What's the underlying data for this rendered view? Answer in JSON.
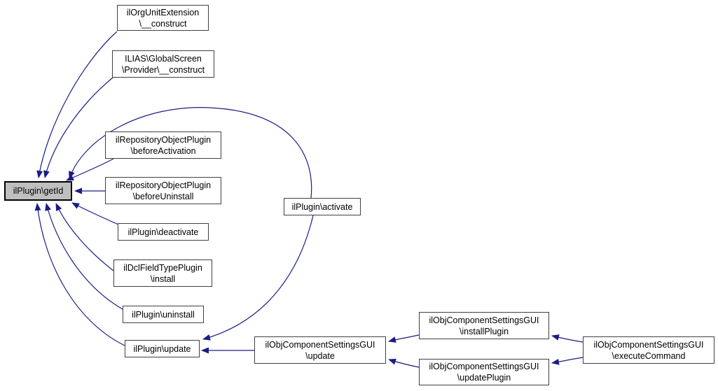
{
  "diagram": {
    "type": "call-graph",
    "description": "caller graph",
    "colors": {
      "background": "#ffffff",
      "edge": "#1c1c85",
      "node_border": "#404040",
      "node_fill": "#ffffff",
      "highlight_fill": "#bfbfbf",
      "highlight_border": "#000000",
      "text": "#000000"
    },
    "nodes": [
      {
        "id": "orgunit-construct",
        "label": "ilOrgUnitExtension\n\\__construct",
        "highlighted": false
      },
      {
        "id": "globalscreen-provider-construct",
        "label": "ILIAS\\GlobalScreen\n\\Provider\\__construct",
        "highlighted": false
      },
      {
        "id": "repo-before-activation",
        "label": "ilRepositoryObjectPlugin\n\\beforeActivation",
        "highlighted": false
      },
      {
        "id": "plugin-getid",
        "label": "ilPlugin\\getId",
        "highlighted": true
      },
      {
        "id": "repo-before-uninstall",
        "label": "ilRepositoryObjectPlugin\n\\beforeUninstall",
        "highlighted": false
      },
      {
        "id": "plugin-deactivate",
        "label": "ilPlugin\\deactivate",
        "highlighted": false
      },
      {
        "id": "dcl-fieldtype-install",
        "label": "ilDclFieldTypePlugin\n\\install",
        "highlighted": false
      },
      {
        "id": "plugin-uninstall",
        "label": "ilPlugin\\uninstall",
        "highlighted": false
      },
      {
        "id": "plugin-update",
        "label": "ilPlugin\\update",
        "highlighted": false
      },
      {
        "id": "plugin-activate",
        "label": "ilPlugin\\activate",
        "highlighted": false
      },
      {
        "id": "gui-update",
        "label": "ilObjComponentSettingsGUI\n\\update",
        "highlighted": false
      },
      {
        "id": "gui-install-plugin",
        "label": "ilObjComponentSettingsGUI\n\\installPlugin",
        "highlighted": false
      },
      {
        "id": "gui-update-plugin",
        "label": "ilObjComponentSettingsGUI\n\\updatePlugin",
        "highlighted": false
      },
      {
        "id": "gui-execute-command",
        "label": "ilObjComponentSettingsGUI\n\\executeCommand",
        "highlighted": false
      }
    ],
    "edges": [
      {
        "from": "orgunit-construct",
        "to": "plugin-getid"
      },
      {
        "from": "globalscreen-provider-construct",
        "to": "plugin-getid"
      },
      {
        "from": "repo-before-activation",
        "to": "plugin-getid"
      },
      {
        "from": "repo-before-uninstall",
        "to": "plugin-getid"
      },
      {
        "from": "plugin-deactivate",
        "to": "plugin-getid"
      },
      {
        "from": "dcl-fieldtype-install",
        "to": "plugin-getid"
      },
      {
        "from": "plugin-uninstall",
        "to": "plugin-getid"
      },
      {
        "from": "plugin-update",
        "to": "plugin-getid"
      },
      {
        "from": "plugin-activate",
        "to": "plugin-getid"
      },
      {
        "from": "plugin-activate",
        "to": "plugin-update"
      },
      {
        "from": "gui-update",
        "to": "plugin-update"
      },
      {
        "from": "gui-install-plugin",
        "to": "gui-update"
      },
      {
        "from": "gui-update-plugin",
        "to": "gui-update"
      },
      {
        "from": "gui-execute-command",
        "to": "gui-install-plugin"
      },
      {
        "from": "gui-execute-command",
        "to": "gui-update-plugin"
      }
    ]
  }
}
